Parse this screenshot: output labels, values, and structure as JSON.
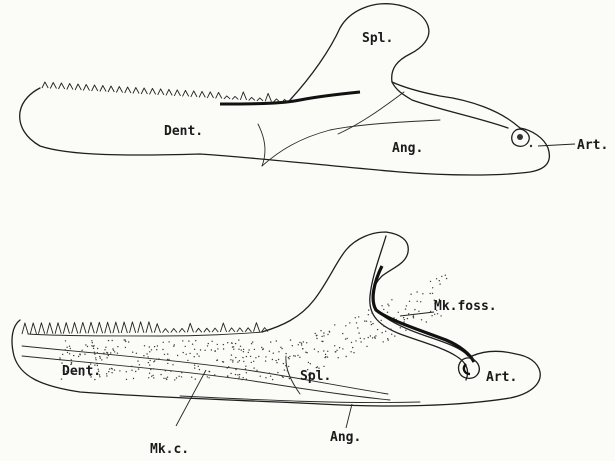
{
  "figures": [
    {
      "view": "upper jaw drawing",
      "labels": {
        "spl": "Spl.",
        "dent": "Dent.",
        "ang": "Ang.",
        "art": "Art."
      }
    },
    {
      "view": "lower jaw drawing",
      "labels": {
        "mk_foss": "Mk.foss.",
        "dent": "Dent.",
        "spl": "Spl.",
        "art": "Art.",
        "ang": "Ang.",
        "mk_c": "Mk.c."
      }
    }
  ]
}
